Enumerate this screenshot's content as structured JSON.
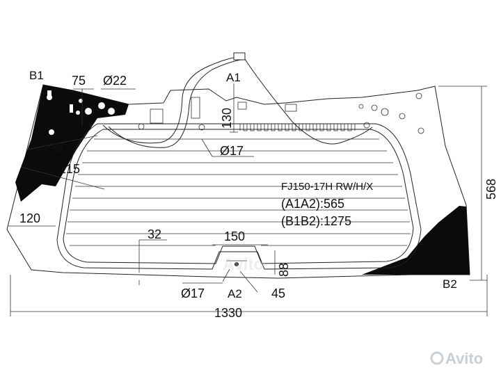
{
  "points": {
    "b1": "B1",
    "a1": "A1",
    "a2": "A2",
    "b2": "B2"
  },
  "dimensions": {
    "d75": "75",
    "d22": "Ø22",
    "d130": "130",
    "d17top": "Ø17",
    "d190": "190",
    "d215": "215",
    "d120": "120",
    "d32": "32",
    "d150": "150",
    "d88": "88",
    "d17bot": "Ø17",
    "d45": "45",
    "d568": "568",
    "d1330": "1330"
  },
  "spec": {
    "model": "FJ150-17H RW/H/X",
    "a1a2": "(A1A2):565",
    "b1b2": "(B1B2):1275"
  },
  "watermark": {
    "text": "Avito",
    "color": "#c9cfd6"
  },
  "colors": {
    "glass_outline": "#222222",
    "ceramic_black": "#0b0b0b"
  }
}
